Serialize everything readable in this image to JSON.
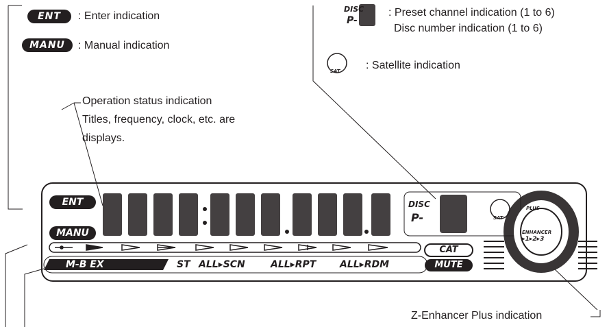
{
  "badges": {
    "ent": "ENT",
    "manu": "MANU",
    "cat": "CAT",
    "mute": "MUTE"
  },
  "callouts": {
    "ent_label": ": Enter indication",
    "manu_label": ": Manual indication",
    "preset_label": ": Preset channel indication (1 to 6)",
    "disc_label": "Disc number indication (1 to 6)",
    "sat_label": ": Satellite indication",
    "operation_line1": "Operation status indication",
    "operation_line2": "Titles, frequency, clock, etc. are",
    "operation_line3": "displays.",
    "zenhancer_label": "Z-Enhancer Plus indication"
  },
  "icons": {
    "disc_prefix": "DISC",
    "p_prefix": "P-",
    "sat_icon_text": "SAT"
  },
  "display": {
    "mode_row": [
      "M-B EX",
      "ST",
      "ALL▸SCN",
      "ALL▸RPT",
      "ALL▸RDM"
    ],
    "enhancer_label": "ENHANCER",
    "enhancer_steps": "▸1▸2▸3",
    "plus_label": "PLUS"
  },
  "colors": {
    "ink": "#231f20",
    "panel_bg": "#ffffff"
  }
}
